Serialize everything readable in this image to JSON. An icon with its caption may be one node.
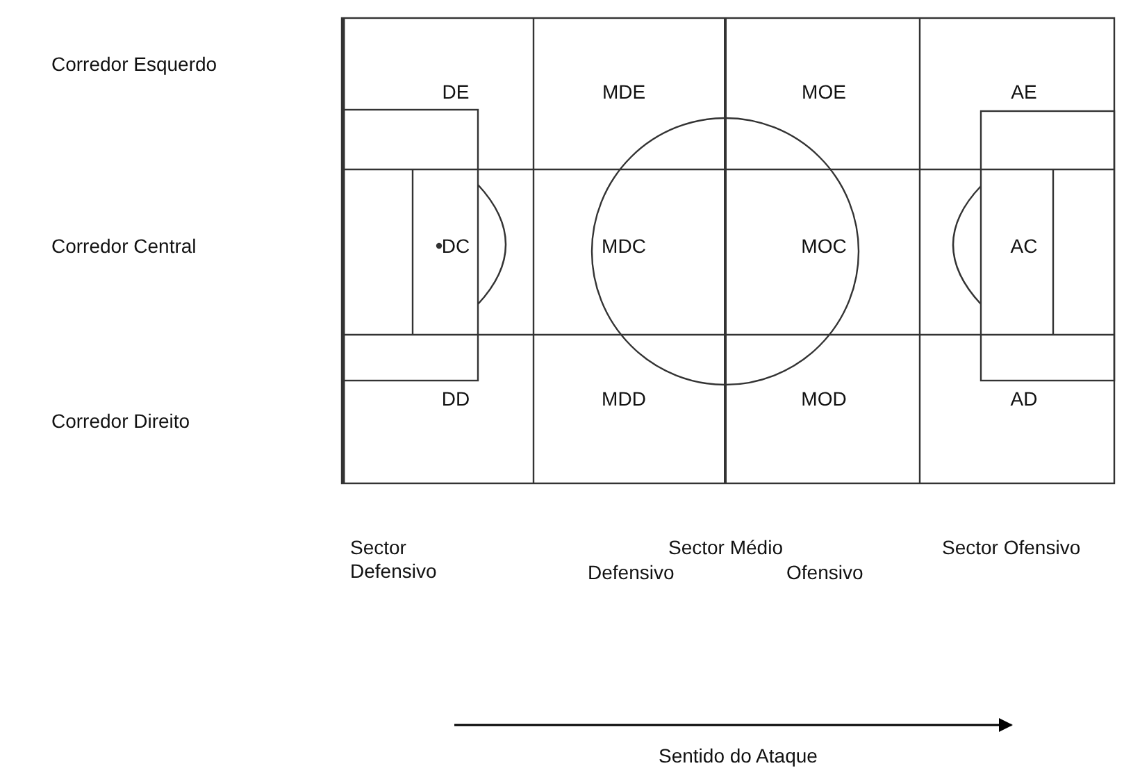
{
  "diagram": {
    "nodes": [
      {
        "text": [
          "DE"
        ]
      },
      {
        "text": [
          "MDE"
        ]
      },
      {
        "text": [
          "MOE"
        ]
      },
      {
        "text": [
          "AE"
        ]
      },
      {
        "text": [
          "DC"
        ]
      },
      {
        "text": [
          "MDC"
        ]
      },
      {
        "text": [
          "MOC"
        ]
      },
      {
        "text": [
          "AC"
        ]
      },
      {
        "text": [
          "DD"
        ]
      },
      {
        "text": [
          "MDD"
        ]
      },
      {
        "text": [
          "MOD"
        ]
      },
      {
        "text": [
          "AD"
        ]
      }
    ],
    "labels": [
      "Corredor Esquerdo",
      "Corredor Central",
      "Corredor Direito",
      "Sector Defensivo",
      "Sector Médio",
      "Sector Ofensivo",
      "Defensivo",
      "Ofensivo",
      "Sentido do Ataque"
    ]
  }
}
